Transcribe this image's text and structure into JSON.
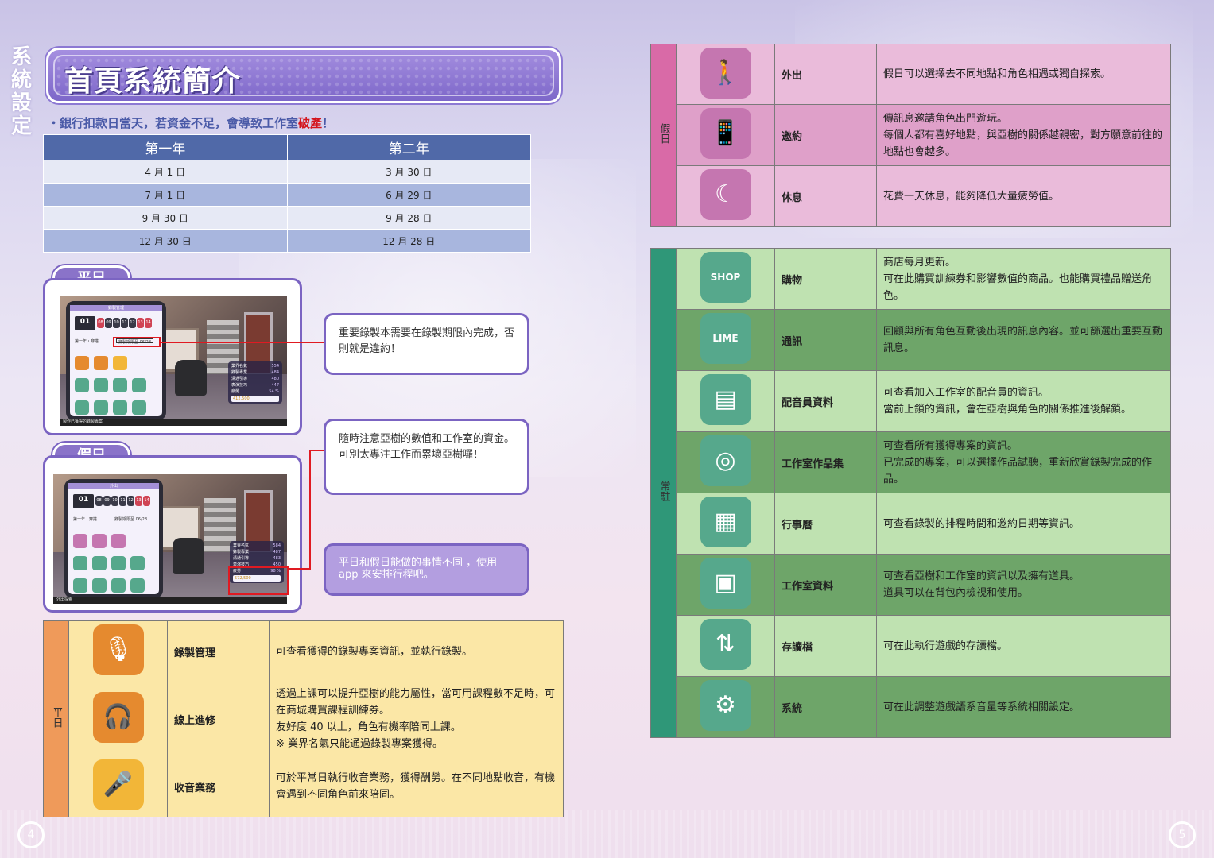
{
  "vertical_title": "系統設定",
  "title": "首頁系統簡介",
  "warning": {
    "prefix": "・銀行扣款日當天，若資金不足，會導致工作室",
    "highlight": "破產",
    "suffix": "！"
  },
  "bank_table": {
    "headers": [
      "第一年",
      "第二年"
    ],
    "rows": [
      [
        "4 月 1 日",
        "3 月 30 日"
      ],
      [
        "7 月 1 日",
        "6 月 29 日"
      ],
      [
        "9 月 30 日",
        "9 月 28 日"
      ],
      [
        "12 月 30 日",
        "12 月 28 日"
      ]
    ]
  },
  "weekday_panel": {
    "label": "平日",
    "tablet_title": "錄製管理",
    "date": "01",
    "days": [
      "08",
      "09",
      "10",
      "11",
      "12",
      "13",
      "14"
    ],
    "menu_line": "第一年・穿搭",
    "deadline": "錄製期限至 06/28",
    "stats": [
      [
        "業界名氣",
        "554"
      ],
      [
        "錄製專業",
        "484"
      ],
      [
        "溝通引導",
        "480"
      ],
      [
        "表演技巧",
        "447"
      ],
      [
        "疲勞",
        "54 %"
      ]
    ],
    "gold": "412,500",
    "footer": "製作已獲得的錄製專案"
  },
  "holiday_panel": {
    "label": "假日",
    "tablet_title": "外出",
    "date": "01",
    "days": [
      "08",
      "09",
      "10",
      "11",
      "12",
      "13",
      "14"
    ],
    "menu_line": "第一年・穿搭",
    "deadline": "錄製期限至 06/28",
    "stats": [
      [
        "業界名氣",
        "584"
      ],
      [
        "錄製專業",
        "487"
      ],
      [
        "溝通引導",
        "483"
      ],
      [
        "表演技巧",
        "450"
      ],
      [
        "疲勞",
        "98 %"
      ]
    ],
    "gold": "572,500",
    "footer": "外出探索"
  },
  "callouts": {
    "deadline": "重要錄製本需要在錄製期限內完成，否則就是違約！",
    "balance": "隨時注意亞樹的數值和工作室的資金。可別太專注工作而累壞亞樹囉！",
    "schedule": "平日和假日能做的事情不同 ，使用 app 來安排行程吧。"
  },
  "weekday_table": {
    "side": "平日",
    "rows": [
      {
        "icon": "recording-mic-icon",
        "name": "錄製管理",
        "desc": [
          "可查看獲得的錄製專案資訊，並執行錄製。"
        ]
      },
      {
        "icon": "online-study-icon",
        "name": "線上進修",
        "desc": [
          "透過上課可以提升亞樹的能力屬性，當可用課程數不足時，可在商城購買課程訓練券。",
          "友好度 40 以上，角色有機率陪同上課。",
          "※ 業界名氣只能通過錄製專案獲得。"
        ]
      },
      {
        "icon": "boom-mic-icon",
        "name": "收音業務",
        "desc": [
          "可於平常日執行收音業務，獲得酬勞。在不同地點收音，有機會遇到不同角色前來陪同。"
        ]
      }
    ]
  },
  "holiday_table": {
    "side": "假日",
    "rows": [
      {
        "icon": "go-out-icon",
        "name": "外出",
        "desc": [
          "假日可以選擇去不同地點和角色相遇或獨自探索。"
        ]
      },
      {
        "icon": "invite-phone-icon",
        "name": "邀約",
        "desc": [
          "傳訊息邀請角色出門遊玩。",
          "每個人都有喜好地點，與亞樹的關係越親密，對方願意前往的地點也會越多。"
        ]
      },
      {
        "icon": "rest-sleep-icon",
        "name": "休息",
        "desc": [
          "花費一天休息，能夠降低大量疲勞值。"
        ]
      }
    ]
  },
  "regular_table": {
    "side": "常駐",
    "rows": [
      {
        "icon": "shop-bag-icon",
        "icon_text": "SHOP",
        "name": "購物",
        "desc": [
          "商店每月更新。",
          "可在此購買訓練券和影響數值的商品。也能購買禮品贈送角色。"
        ]
      },
      {
        "icon": "lime-chat-icon",
        "icon_text": "LIME",
        "name": "通訊",
        "desc": [
          "回顧與所有角色互動後出現的訊息內容。並可篩選出重要互動訊息。"
        ]
      },
      {
        "icon": "profile-card-icon",
        "name": "配音員資料",
        "desc": [
          "可查看加入工作室的配音員的資訊。",
          "當前上鎖的資訊，會在亞樹與角色的關係推進後解鎖。"
        ]
      },
      {
        "icon": "globe-works-icon",
        "name": "工作室作品集",
        "desc": [
          "可查看所有獲得專案的資訊。",
          "已完成的專案，可以選擇作品試聽，重新欣賞錄製完成的作品。"
        ]
      },
      {
        "icon": "calendar-icon",
        "name": "行事曆",
        "desc": [
          "可查看錄製的排程時間和邀約日期等資訊。"
        ]
      },
      {
        "icon": "studio-file-icon",
        "name": "工作室資料",
        "desc": [
          "可查看亞樹和工作室的資訊以及擁有道具。",
          "道具可以在背包內檢視和使用。"
        ]
      },
      {
        "icon": "save-load-icon",
        "name": "存讀檔",
        "desc": [
          "可在此執行遊戲的存讀檔。"
        ]
      },
      {
        "icon": "settings-gear-icon",
        "name": "系統",
        "desc": [
          "可在此調整遊戲語系音量等系統相關設定。"
        ]
      }
    ]
  },
  "page_numbers": {
    "left": "4",
    "right": "5"
  }
}
